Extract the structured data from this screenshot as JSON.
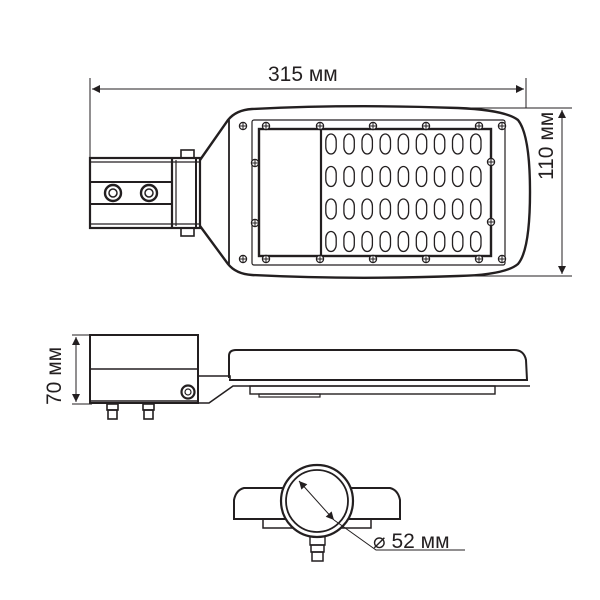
{
  "drawing": {
    "subject": "LED street light dimension drawing",
    "views": [
      "top-view",
      "side-view",
      "front-view"
    ],
    "line_color": "#231f20",
    "background": "#ffffff"
  },
  "dimensions": {
    "length": "315 мм",
    "width": "110 мм",
    "height": "70 мм",
    "mount_diameter": "⌀ 52 мм"
  },
  "led_array": {
    "rows": 4,
    "columns": 9
  }
}
